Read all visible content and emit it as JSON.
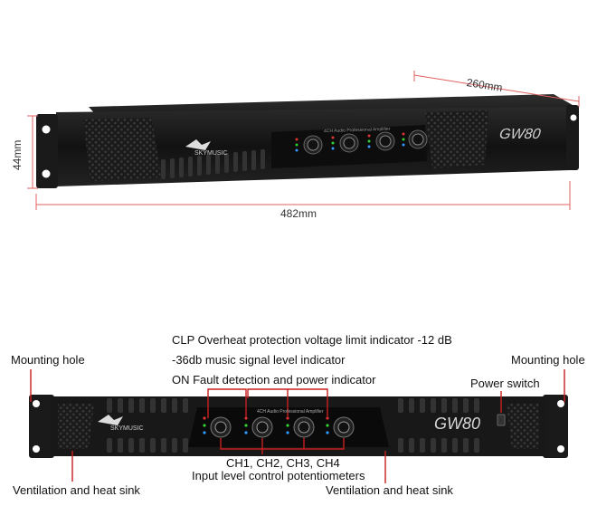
{
  "dimensions": {
    "depth": "260mm",
    "height": "44mm",
    "width": "482mm"
  },
  "product": {
    "model": "GW80",
    "brand": "SKYMUSIC",
    "panel_caption": "4CH Audio Professional Amplifier"
  },
  "callouts": {
    "clp": "CLP Overheat protection voltage limit indicator -12 dB",
    "signal": "-36db music signal level indicator",
    "on": "ON Fault detection and power indicator",
    "mounting_left": "Mounting hole",
    "mounting_right": "Mounting hole",
    "power_switch": "Power switch",
    "channels": "CH1, CH2, CH3, CH4",
    "input_level": "Input level control potentiometers",
    "vent_left": "Ventilation and heat sink",
    "vent_right": "Ventilation and heat sink"
  },
  "colors": {
    "dimension_line": "#e06060",
    "callout_line": "#c81e1e",
    "chassis": "#1b1b1b"
  }
}
